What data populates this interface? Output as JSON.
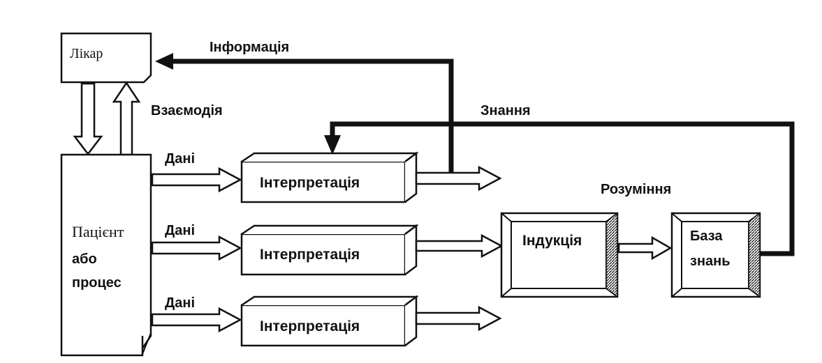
{
  "doctor": {
    "label": "Лікар"
  },
  "patient": {
    "line1": "Пацієнт",
    "line2": "або",
    "line3": "процес"
  },
  "edge_labels": {
    "information": "Інформація",
    "interaction": "Взаємодія",
    "knowledge": "Знання",
    "understanding": "Розуміння",
    "data_1": "Дані",
    "data_2": "Дані",
    "data_3": "Дані"
  },
  "interpretation": [
    "Інтерпретація",
    "Інтерпретація",
    "Інтерпретація"
  ],
  "induction": {
    "label": "Індукція"
  },
  "knowledge_base": {
    "line1": "База",
    "line2": "знань"
  },
  "colors": {
    "ink": "#111111",
    "background": "#ffffff",
    "hatch": "#555555"
  }
}
